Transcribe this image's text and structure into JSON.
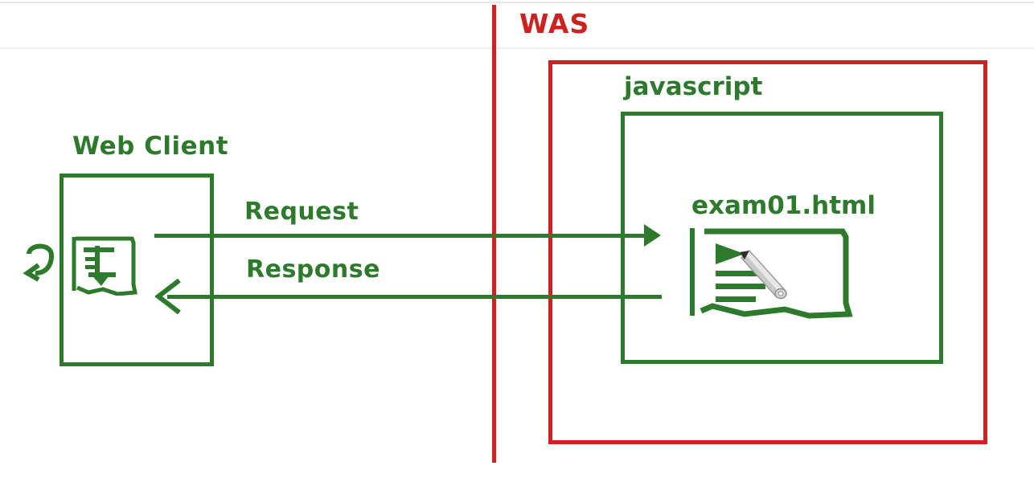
{
  "diagram": {
    "title_label": "WAS",
    "server_box": {
      "label": "WAS",
      "color": "#cc2222"
    },
    "client": {
      "label": "Web Client",
      "color": "#2d7a2d",
      "icons": {
        "refresh": "refresh-loop-icon",
        "page": "web-page-icon"
      }
    },
    "javascript_box": {
      "label": "javascript",
      "color": "#2d7a2d"
    },
    "file": {
      "label": "exam01.html",
      "color": "#2d7a2d",
      "icon": "html-document-pencil-icon"
    },
    "flows": [
      {
        "label": "Request",
        "direction": "right",
        "color": "#2d7a2d"
      },
      {
        "label": "Response",
        "direction": "left",
        "color": "#2d7a2d"
      }
    ],
    "divider": {
      "name": "was-boundary-line",
      "color": "#cc2222"
    },
    "colors": {
      "green": "#2d7a2d",
      "red": "#cc2222",
      "background": "#ffffff",
      "rule": "#e4e4e4",
      "pencil_gray": "#b8b8b8"
    }
  }
}
